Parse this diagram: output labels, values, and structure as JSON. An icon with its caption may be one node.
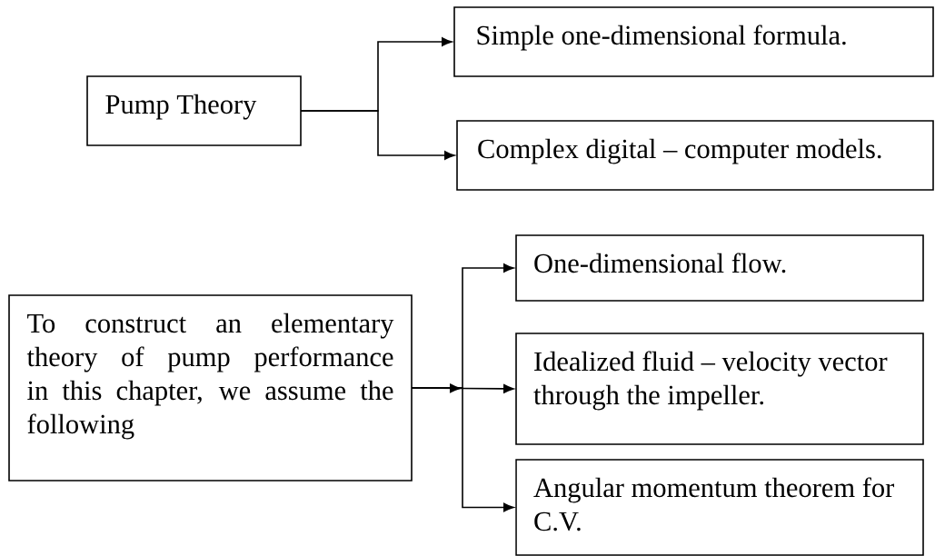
{
  "diagram": {
    "nodes": [
      {
        "text": [
          "Pump Theory"
        ]
      },
      {
        "text": [
          "Simple one-dimensional formula."
        ]
      },
      {
        "text": [
          "Complex digital – computer models."
        ]
      },
      {
        "text": [
          "To construct an elementary theory of pump performance in this chapter, we assume the following"
        ]
      },
      {
        "text": [
          "One-dimensional flow."
        ]
      },
      {
        "text": [
          "Idealized fluid – velocity vector through the impeller."
        ]
      },
      {
        "text": [
          "Angular momentum theorem for C.V."
        ]
      }
    ],
    "edges": [
      {
        "from": 0,
        "to": 1,
        "arrow": "to"
      },
      {
        "from": 0,
        "to": 2,
        "arrow": "to"
      },
      {
        "from": 3,
        "to": 4,
        "arrow": "to"
      },
      {
        "from": 3,
        "to": 5,
        "arrow": "to"
      },
      {
        "from": 3,
        "to": 6,
        "arrow": "to"
      }
    ]
  }
}
